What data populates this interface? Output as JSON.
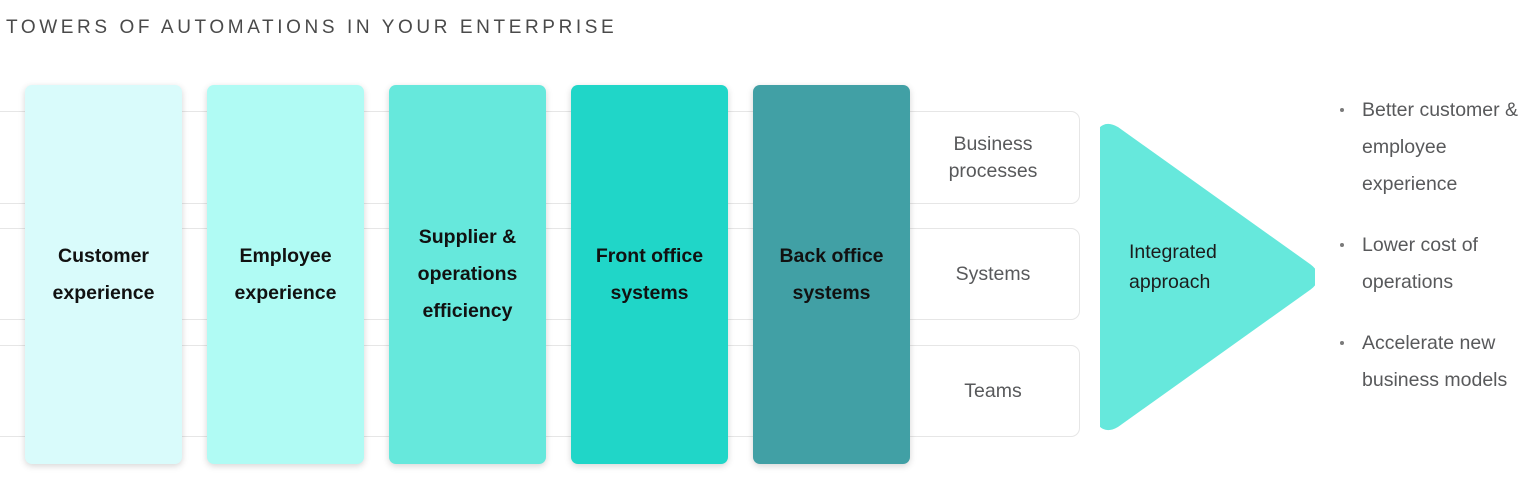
{
  "page": {
    "title": "TOWERS OF AUTOMATIONS IN YOUR ENTERPRISE",
    "background_color": "#ffffff"
  },
  "towers": [
    {
      "id": "customer-experience",
      "label": "Customer experience",
      "color": "#d9fbfb"
    },
    {
      "id": "employee-experience",
      "label": "Employee experience",
      "color": "#b0fbf4"
    },
    {
      "id": "supplier-operations-efficiency",
      "label": "Supplier & operations efficiency",
      "color": "#66e8dc"
    },
    {
      "id": "front-office-systems",
      "label": "Front office systems",
      "color": "#20d6c8"
    },
    {
      "id": "back-office-systems",
      "label": "Back office systems",
      "color": "#41a0a5"
    }
  ],
  "rows": [
    {
      "id": "business-processes",
      "label": "Business processes"
    },
    {
      "id": "systems",
      "label": "Systems"
    },
    {
      "id": "teams",
      "label": "Teams"
    }
  ],
  "arrow": {
    "label": "Integrated approach",
    "color": "#66e8dc",
    "direction": "right"
  },
  "benefits": {
    "bullet_glyph": "·",
    "items": [
      {
        "text": "Better customer & employee experience"
      },
      {
        "text": "Lower cost of operations"
      },
      {
        "text": "Accelerate new business models"
      }
    ]
  }
}
